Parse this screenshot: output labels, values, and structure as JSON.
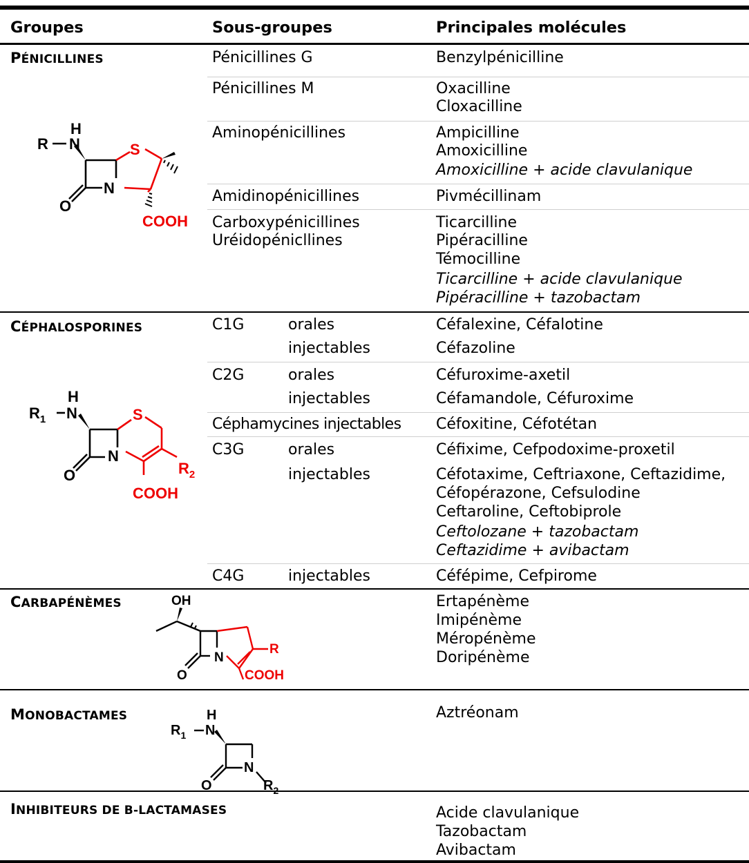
{
  "header": {
    "groupes": "Groupes",
    "sous_groupes": "Sous-groupes",
    "molecules": "Principales molécules"
  },
  "groups": {
    "penicillines": {
      "first": "P",
      "rest": "ÉNICILLINES"
    },
    "cephalosporines": {
      "first": "C",
      "rest": "ÉPHALOSPORINES"
    },
    "carbapenemes": {
      "first": "C",
      "rest": "ARBAPÉNÈMES"
    },
    "monobactames": {
      "first": "M",
      "rest": "ONOBACTAMES"
    },
    "inhibiteurs": {
      "first": "I",
      "rest": "NHIBITEURS DE B-LACTAMASES"
    }
  },
  "penicillines": {
    "rows": [
      {
        "sub": "Pénicillines G",
        "mols": [
          "Benzylpénicilline"
        ]
      },
      {
        "sub": "Pénicillines M",
        "mols": [
          "Oxacilline",
          "Cloxacilline"
        ]
      },
      {
        "sub": "Aminopénicillines",
        "mols": [
          "Ampicilline",
          "Amoxicilline"
        ],
        "italic": "Amoxicilline + acide clavulanique"
      },
      {
        "sub": "Amidinopénicillines",
        "mols": [
          "Pivmécillinam"
        ]
      },
      {
        "sub": [
          "Carboxypénicillines",
          "Uréidopénicllines"
        ],
        "mols": [
          "Ticarcilline",
          "Pipéracilline",
          "Témocilline"
        ],
        "italic": [
          "Ticarcilline + acide clavulanique",
          "Pipéracilline + tazobactam"
        ]
      }
    ]
  },
  "cephalosporines": {
    "c1g": {
      "code": "C1G",
      "oral": "orales",
      "inj": "injectables",
      "mol_oral": "Céfalexine, Céfalotine",
      "mol_inj": "Céfazoline"
    },
    "c2g": {
      "code": "C2G",
      "oral": "orales",
      "inj": "injectables",
      "mol_oral": "Céfuroxime-axetil",
      "mol_inj": "Céfamandole, Céfuroxime"
    },
    "cephamycines": {
      "sub": "Céphamycines",
      "inj": "injectables",
      "mol": "Céfoxitine, Céfotétan"
    },
    "c3g": {
      "code": "C3G",
      "oral": "orales",
      "inj": "injectables",
      "mol_oral": "Céfixime, Cefpodoxime-proxetil",
      "mols_inj": [
        "Céfotaxime, Ceftriaxone, Ceftazidime,",
        "Céfopérazone, Cefsulodine",
        "Ceftaroline, Ceftobiprole"
      ],
      "italic": [
        "Ceftolozane + tazobactam",
        "Ceftazidime + avibactam"
      ]
    },
    "c4g": {
      "code": "C4G",
      "inj": "injectables",
      "mol": "Céfépime, Cefpirome"
    }
  },
  "carbapenemes": {
    "mols": [
      "Ertapénème",
      "Imipénème",
      "Méropénème",
      "Doripénème"
    ]
  },
  "monobactames": {
    "mols": [
      "Aztréonam"
    ]
  },
  "inhibiteurs": {
    "mols": [
      "Acide clavulanique",
      "Tazobactam",
      "Avibactam"
    ]
  },
  "structures": {
    "penicillin": {
      "r": "R",
      "nh_n": "N",
      "nh_h": "H",
      "s": "S",
      "n": "N",
      "o": "O",
      "cooh": "COOH"
    },
    "cephalosporin": {
      "r1": "R",
      "r1_sub": "1",
      "nh_n": "N",
      "nh_h": "H",
      "s": "S",
      "n": "N",
      "o": "O",
      "r2": "R",
      "r2_sub": "2",
      "cooh": "COOH"
    },
    "carbapenem": {
      "oh": "OH",
      "n": "N",
      "o": "O",
      "r": "R",
      "cooh": "COOH"
    },
    "monobactam": {
      "r1": "R",
      "r1_sub": "1",
      "nh_n": "N",
      "nh_h": "H",
      "n": "N",
      "o": "O",
      "r2": "R",
      "r2_sub": "2"
    }
  },
  "colors": {
    "red": "#ee0000",
    "black": "#000000"
  }
}
